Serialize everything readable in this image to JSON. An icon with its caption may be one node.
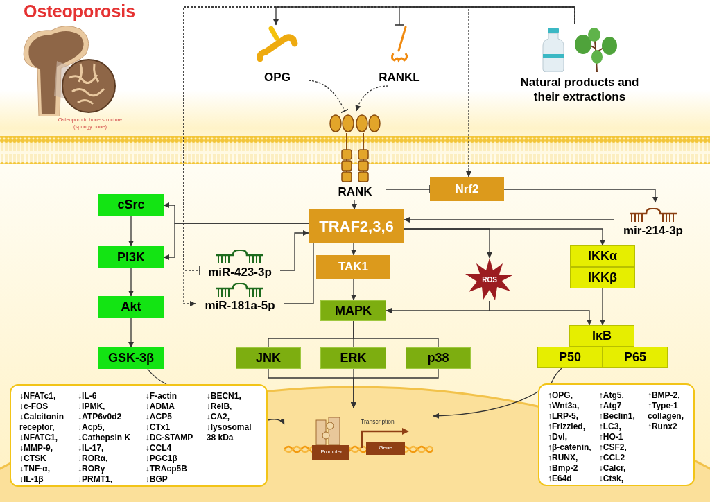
{
  "diagram": {
    "title": "Osteoporosis",
    "nodes": [
      {
        "text": [
          "OPG"
        ]
      },
      {
        "text": [
          "RANKL"
        ]
      },
      {
        "text": [
          "Natural products and their extractions"
        ]
      },
      {
        "text": [
          "RANK"
        ]
      },
      {
        "text": [
          "Nrf2"
        ]
      },
      {
        "text": [
          "cSrc"
        ]
      },
      {
        "text": [
          "TRAF2,3,6"
        ]
      },
      {
        "text": [
          "mir-214-3p"
        ]
      },
      {
        "text": [
          "PI3K"
        ]
      },
      {
        "text": [
          "miR-423-3p"
        ]
      },
      {
        "text": [
          "TAK1"
        ]
      },
      {
        "text": [
          "ROS"
        ]
      },
      {
        "text": [
          "IKKα"
        ]
      },
      {
        "text": [
          "IKKβ"
        ]
      },
      {
        "text": [
          "miR-181a-5p"
        ]
      },
      {
        "text": [
          "Akt"
        ]
      },
      {
        "text": [
          "MAPK"
        ]
      },
      {
        "text": [
          "IκB"
        ]
      },
      {
        "text": [
          "GSK-3β"
        ]
      },
      {
        "text": [
          "JNK"
        ]
      },
      {
        "text": [
          "ERK"
        ]
      },
      {
        "text": [
          "p38"
        ]
      },
      {
        "text": [
          "P50"
        ]
      },
      {
        "text": [
          "P65"
        ]
      },
      {
        "text": [
          "↓NFATc1,",
          "↓c-FOS",
          "↓Calcitonin receptor,",
          "↓NFATC1,",
          "↓MMP-9,",
          "↓CTSK",
          "↓TNF-α,",
          "↓IL-1β",
          "↓IL-6",
          "↓IPMK,",
          "↓ATP6v0d2",
          "↓Acp5,",
          "↓Cathepsin K",
          "↓IL-17,",
          "↓RORα,",
          "↓RORγ",
          "↓PRMT1,",
          "↓F-actin",
          "↓ADMA",
          "↓ACP5",
          "↓CTx1",
          "↓DC-STAMP",
          "↓CCL4",
          "↓PGC1β",
          "↓TRAcp5B",
          "↓BGP",
          "↓BECN1,",
          "↓RelB,",
          "↓CA2,",
          "↓lysosomal 38 kDa"
        ]
      },
      {
        "text": [
          "Promoter",
          "Transcription",
          "Gene"
        ]
      },
      {
        "text": [
          "↑OPG,",
          "↑Wnt3a,",
          "↑LRP-5,",
          "↑Frizzled,",
          "↑Dvl,",
          "↑β-catenin,",
          "↑RUNX,",
          "↑Bmp-2",
          "↑E64d",
          "↑Atg5,",
          "↑Atg7",
          "↑Beclin1,",
          "↑LC3,",
          "↑HO-1",
          "↑CSF2,",
          "↑CCL2",
          "↓Calcr,",
          "↓Ctsk,",
          "↑BMP-2,",
          "↑Type-1 collagen,",
          "↑Runx2"
        ]
      }
    ],
    "edges": [
      {
        "from": 2,
        "to": 0,
        "arrow": "to"
      },
      {
        "from": 2,
        "to": 1,
        "arrow": "other"
      },
      {
        "from": 2,
        "to": 4,
        "arrow": "to",
        "style": "dashed"
      },
      {
        "from": 2,
        "to": 9,
        "arrow": "other",
        "style": "dashed"
      },
      {
        "from": 2,
        "to": 14,
        "arrow": "to",
        "style": "dashed"
      },
      {
        "from": 0,
        "to": 3,
        "arrow": "other",
        "style": "dashed"
      },
      {
        "from": 1,
        "to": 3,
        "arrow": "to",
        "style": "dashed"
      },
      {
        "from": 3,
        "to": 4,
        "arrow": "other"
      },
      {
        "from": 3,
        "to": 6,
        "arrow": "to"
      },
      {
        "from": 4,
        "to": 7,
        "arrow": "to"
      },
      {
        "from": 7,
        "to": 6,
        "arrow": "to"
      },
      {
        "from": 6,
        "to": 5,
        "arrow": "to"
      },
      {
        "from": 6,
        "to": 8,
        "arrow": "to"
      },
      {
        "from": 5,
        "to": 8,
        "arrow": "to"
      },
      {
        "from": 8,
        "to": 15,
        "arrow": "to"
      },
      {
        "from": 15,
        "to": 18,
        "arrow": "to"
      },
      {
        "from": 9,
        "to": 6,
        "arrow": "to"
      },
      {
        "from": 14,
        "to": 6,
        "arrow": "other"
      },
      {
        "from": 6,
        "to": 10,
        "arrow": "to"
      },
      {
        "from": 10,
        "to": 16,
        "arrow": "to"
      },
      {
        "from": 6,
        "to": 11,
        "arrow": "to"
      },
      {
        "from": 6,
        "to": 12,
        "arrow": "to"
      },
      {
        "from": 11,
        "to": 16,
        "arrow": "to"
      },
      {
        "from": 11,
        "to": 17,
        "arrow": "to"
      },
      {
        "from": 13,
        "to": 17,
        "arrow": "to"
      },
      {
        "from": 16,
        "to": 19,
        "arrow": "none"
      },
      {
        "from": 16,
        "to": 20,
        "arrow": "none"
      },
      {
        "from": 16,
        "to": 21,
        "arrow": "none"
      },
      {
        "from": 19,
        "to": 25,
        "arrow": "to"
      },
      {
        "from": 20,
        "to": 25,
        "arrow": "to"
      },
      {
        "from": 21,
        "to": 25,
        "arrow": "to"
      },
      {
        "from": 18,
        "to": 24,
        "arrow": "none"
      },
      {
        "from": 24,
        "to": 25,
        "arrow": "to"
      },
      {
        "from": 22,
        "to": 26,
        "arrow": "none"
      },
      {
        "from": 26,
        "to": 25,
        "arrow": "to"
      }
    ],
    "labels": [
      "Osteoporotic bone structure (spongy bone)"
    ]
  }
}
